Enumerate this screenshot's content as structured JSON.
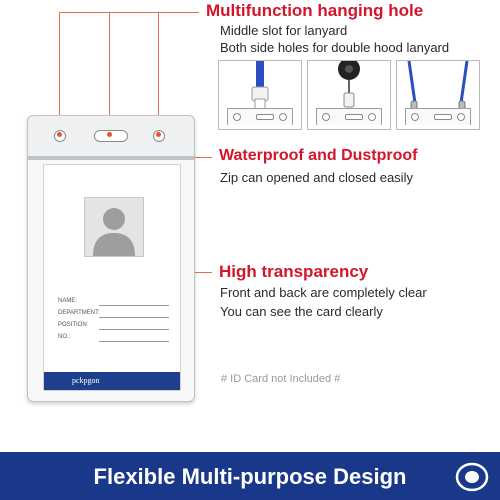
{
  "features": [
    {
      "title": "Multifunction hanging hole",
      "lines": [
        "Middle slot for lanyard",
        "Both side holes for double hood lanyard"
      ]
    },
    {
      "title": "Waterproof and Dustproof",
      "lines": [
        "Zip can opened and closed easily"
      ]
    },
    {
      "title": "High transparency",
      "lines": [
        "Front and back are completely clear",
        "You can see the card clearly"
      ]
    }
  ],
  "card": {
    "fields": [
      "NAME:",
      "DEPARTMENT:",
      "POSITION:",
      "NO.:"
    ],
    "brand": "pckpgon"
  },
  "note": "# ID Card not Included #",
  "footer": {
    "title": "Flexible Multi-purpose Design",
    "icon": "oval-logo-icon"
  },
  "thumbnails": [
    {
      "name": "slot-lanyard-thumbnail",
      "icon": "lanyard-clip-icon"
    },
    {
      "name": "badge-reel-thumbnail",
      "icon": "badge-reel-icon"
    },
    {
      "name": "double-hook-lanyard-thumbnail",
      "icon": "double-hook-icon"
    }
  ],
  "colors": {
    "accent_red": "#d3162b",
    "connector": "#e07050",
    "brand_blue": "#1a388a",
    "lanyard_blue": "#2b4fc0"
  }
}
